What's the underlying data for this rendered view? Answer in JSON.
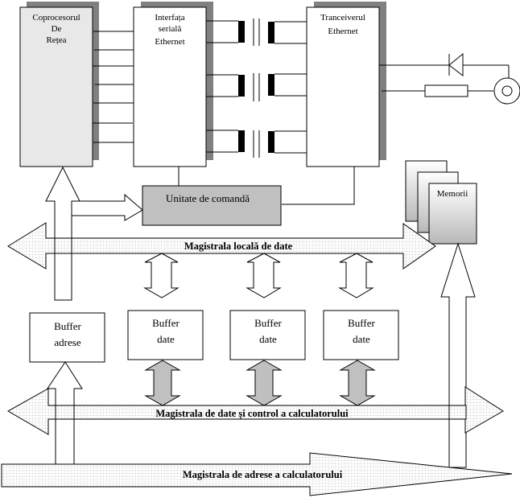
{
  "diagram": {
    "blocks": {
      "coprocessor": {
        "lines": [
          "Coprocesorul",
          "De",
          "Rețea"
        ]
      },
      "serial_interface": {
        "lines": [
          "Interfața",
          "serială",
          "Ethernet"
        ]
      },
      "transceiver": {
        "lines": [
          "Tranceiverul",
          "Ethernet"
        ]
      },
      "control_unit": {
        "label": "Unitate de comandă"
      },
      "memory": {
        "label": "Memorii"
      },
      "address_buffer": {
        "lines": [
          "Buffer",
          "adrese"
        ]
      },
      "data_buffers": [
        {
          "lines": [
            "Buffer",
            "date"
          ]
        },
        {
          "lines": [
            "Buffer",
            "date"
          ]
        },
        {
          "lines": [
            "Buffer",
            "date"
          ]
        }
      ]
    },
    "buses": {
      "local_data_bus": "Magistrala locală de date",
      "computer_data_control_bus": "Magistrala de date și control a calculatorului",
      "computer_address_bus": "Magistrala de adrese a calculatorului"
    },
    "colors": {
      "block_fill_light": "#e8e8e8",
      "shadow": "#808080",
      "control_unit_fill": "#c0c0c0",
      "bidir_arrow_fill": "#c0c0c0",
      "bus_grid": "#c8c8c8"
    }
  }
}
